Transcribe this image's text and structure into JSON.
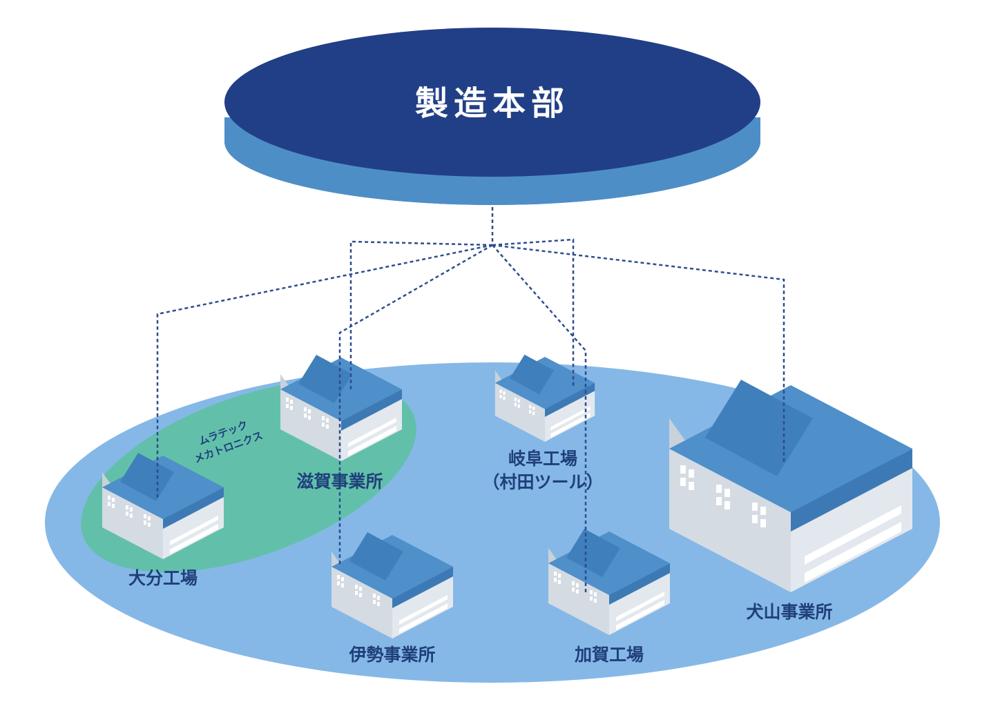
{
  "headquarters": {
    "title": "製造本部"
  },
  "group": {
    "line1": "ムラテック",
    "line2": "メカトロニクス"
  },
  "sites": {
    "oita": {
      "label": "大分工場"
    },
    "shiga": {
      "label": "滋賀事業所"
    },
    "gifu": {
      "label_line1": "岐阜工場",
      "label_line2": "（村田ツール）"
    },
    "ise": {
      "label": "伊勢事業所"
    },
    "kaga": {
      "label": "加賀工場"
    },
    "inuyama": {
      "label": "犬山事業所"
    }
  },
  "colors": {
    "hq_top": "#213f86",
    "hq_side": "#4e8ec6",
    "platform": "#85b8e6",
    "group_area": "#62c0aa",
    "roof": "#4f8fca",
    "wall": "#d4dbe2",
    "wall_dark": "#b9c3cd"
  }
}
